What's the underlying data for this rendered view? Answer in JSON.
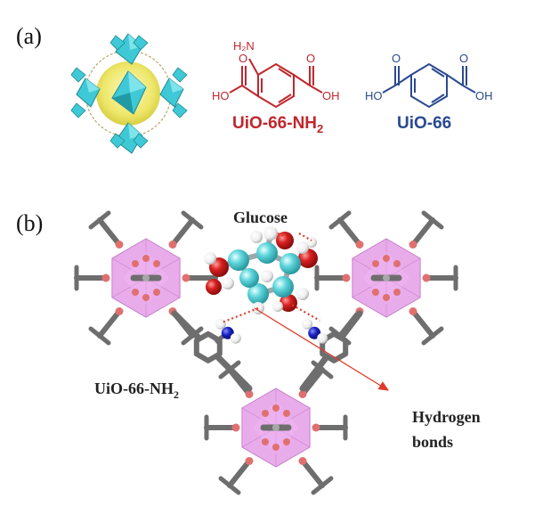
{
  "panels": {
    "a": {
      "label": "(a)",
      "nh2_linker": {
        "amine": "H₂N",
        "oh_left": "HO",
        "oh_right": "OH",
        "o_top_left": "O",
        "o_top_right": "O",
        "name_main": "UiO-66-NH",
        "name_sub": "2",
        "color": "#c0272d"
      },
      "plain_linker": {
        "oh_left": "HO",
        "oh_right": "OH",
        "o_top_left": "O",
        "o_top_right": "O",
        "name": "UiO-66",
        "color": "#2a4a8f"
      }
    },
    "b": {
      "label": "(b)",
      "glucose_label": "Glucose",
      "framework_main": "UiO-66-NH",
      "framework_sub": "2",
      "hbond_line1": "Hydrogen",
      "hbond_line2": "bonds"
    }
  },
  "colors": {
    "cluster_fill": "#e59ee8",
    "cluster_edge": "#c77fcc",
    "carbon": "#6e6e6e",
    "oxygen": "#e07070",
    "glucose_carbon": "#5fd6dc",
    "glucose_oxygen": "#d71f1f",
    "nitrogen": "#1a23c8",
    "arrow": "#e03a2a",
    "polyhedra": "#3fc9d6",
    "cage": "#f1ee7a"
  }
}
